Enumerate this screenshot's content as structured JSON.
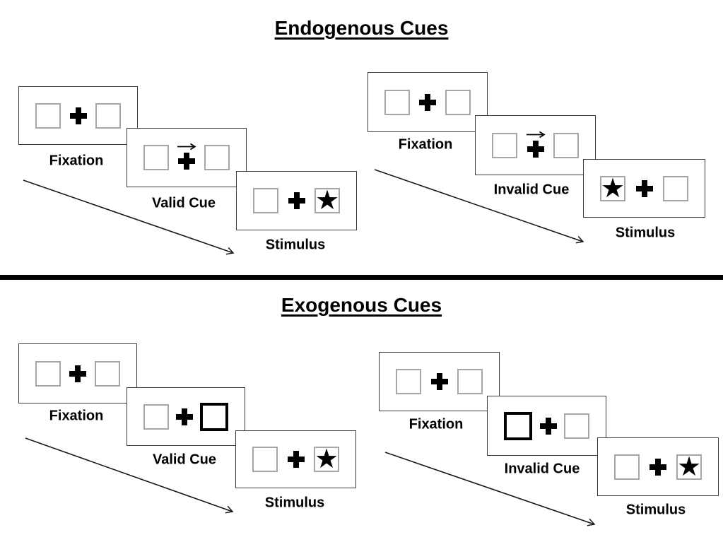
{
  "sections": {
    "endogenous": {
      "title": "Endogenous Cues",
      "valid": {
        "fixation": "Fixation",
        "cue": "Valid Cue",
        "stimulus": "Stimulus"
      },
      "invalid": {
        "fixation": "Fixation",
        "cue": "Invalid Cue",
        "stimulus": "Stimulus"
      }
    },
    "exogenous": {
      "title": "Exogenous Cues",
      "valid": {
        "fixation": "Fixation",
        "cue": "Valid Cue",
        "stimulus": "Stimulus"
      },
      "invalid": {
        "fixation": "Fixation",
        "cue": "Invalid Cue",
        "stimulus": "Stimulus"
      }
    }
  },
  "icons": {
    "star": "★",
    "fixation_cross": "plus",
    "endogenous_cue": "right-arrow",
    "exogenous_cue": "thick-box-outline",
    "timeline": "diagonal-arrow"
  },
  "colors": {
    "background": "#ffffff",
    "ink": "#000000",
    "panel_border": "#3b3b3b",
    "square_border": "#a6a6a6",
    "divider": "#000000"
  }
}
